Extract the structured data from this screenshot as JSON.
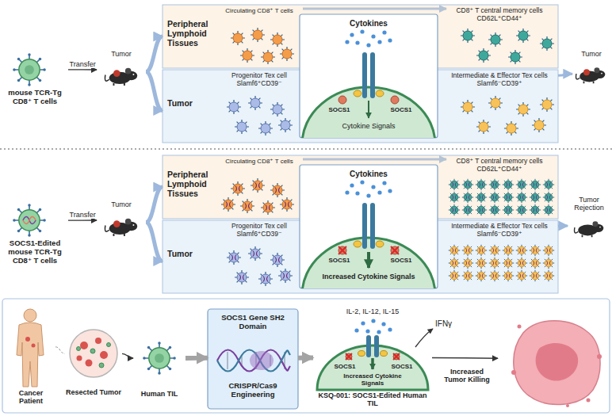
{
  "diagram": {
    "nodes": [
      {
        "text": [
          "mouse TCR-Tg CD8⁺ T cells"
        ]
      },
      {
        "text": [
          "Tumor"
        ]
      },
      {
        "text": [
          "Peripheral Lymphoid Tissues",
          "Circulating CD8⁺ T cells",
          "CD8⁺ T central memory cells",
          "CD62L⁺CD44⁺"
        ]
      },
      {
        "text": [
          "Tumor",
          "Progenitor Tex cell",
          "Slamf6⁺CD39⁻",
          "Intermediate & Effector Tex cells",
          "Slamf6⁻CD39⁺"
        ]
      },
      {
        "text": [
          "Cytokines",
          "SOCS1",
          "SOCS1",
          "Cytokine Signals"
        ]
      },
      {
        "text": [
          "Tumor"
        ]
      },
      {
        "text": [
          "SOCS1-Edited mouse TCR-Tg CD8⁺ T cells"
        ]
      },
      {
        "text": [
          "Tumor"
        ]
      },
      {
        "text": [
          "Peripheral Lymphoid Tissues",
          "Circulating CD8⁺ T cells",
          "CD8⁺ T central memory cells",
          "CD62L⁺CD44⁺"
        ]
      },
      {
        "text": [
          "Tumor",
          "Progenitor Tex cell",
          "Slamf6⁺CD39⁻",
          "Intermediate & Effector Tex cells",
          "Slamf6⁻CD39⁺"
        ]
      },
      {
        "text": [
          "Cytokines",
          "SOCS1",
          "SOCS1",
          "Increased Cytokine Signals"
        ]
      },
      {
        "text": [
          "Tumor Rejection"
        ]
      },
      {
        "text": [
          "Cancer Patient"
        ]
      },
      {
        "text": [
          "Resected Tumor"
        ]
      },
      {
        "text": [
          "Human TIL"
        ]
      },
      {
        "text": [
          "SOCS1 Gene SH2 Domain",
          "CRISPR/Cas9 Engineering"
        ]
      },
      {
        "text": [
          "IL-2, IL-12, IL-15",
          "SOCS1",
          "SOCS1",
          "Increased Cytokine Signals",
          "KSQ-001: SOCS1-Edited Human TIL"
        ]
      },
      {
        "text": [
          "Increased Tumor Killing"
        ]
      }
    ],
    "edges": [
      {
        "from": 0,
        "to": 1,
        "label": "Transfer",
        "arrow": "to"
      },
      {
        "from": 1,
        "to": 2,
        "arrow": "to"
      },
      {
        "from": 1,
        "to": 3,
        "arrow": "to"
      },
      {
        "from": 3,
        "to": 5,
        "arrow": "to"
      },
      {
        "from": 6,
        "to": 7,
        "label": "Transfer",
        "arrow": "to"
      },
      {
        "from": 7,
        "to": 8,
        "arrow": "to"
      },
      {
        "from": 7,
        "to": 9,
        "arrow": "to"
      },
      {
        "from": 9,
        "to": 11,
        "arrow": "to"
      },
      {
        "from": 12,
        "to": 13,
        "arrow": "none"
      },
      {
        "from": 13,
        "to": 14,
        "arrow": "to"
      },
      {
        "from": 14,
        "to": 15,
        "arrow": "to"
      },
      {
        "from": 15,
        "to": 16,
        "arrow": "to"
      },
      {
        "from": 16,
        "to": 17,
        "arrow": "to"
      }
    ],
    "labels": [
      "IFNγ"
    ]
  }
}
